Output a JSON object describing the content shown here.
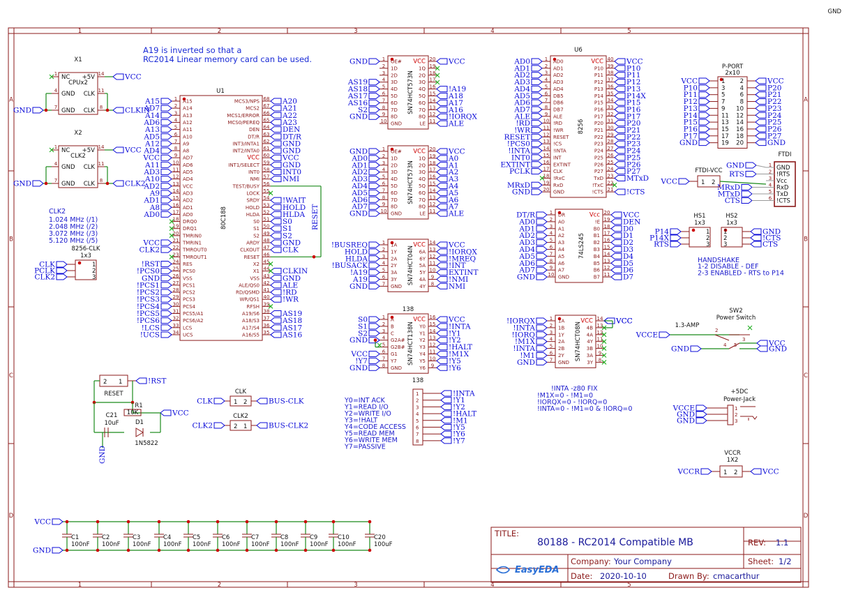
{
  "corner_label": "GND",
  "frame": {
    "cols": [
      "1",
      "2",
      "3",
      "4",
      "5"
    ],
    "rows": [
      "A",
      "B",
      "C",
      "D"
    ]
  },
  "notes": {
    "a19_line1": "A19 is inverted so that a",
    "a19_line2": "RC2014 Linear memory card can be used.",
    "clk2_title": "CLK2",
    "clk2_lines": [
      "1.024 MHz (/1)",
      "2.048 MHz (/2)",
      "3.072 MHz (/3)",
      "5.120 MHz (/5)"
    ],
    "decode_138": [
      "Y0=INT ACK",
      "Y1=READ I/O",
      "Y2=WRITE I/O",
      "Y3=!HALT",
      "Y4=CODE ACCESS",
      "Y5=READ MEM",
      "Y6=WRITE MEM",
      "Y7=PASSIVE"
    ],
    "inta_fix_title": "!INTA -z80 FIX",
    "inta_fix_lines": [
      "!M1X=0    - !M1=0",
      "!IORQX=0  - !IORQ=0",
      "!INTA=0   - !M1=0 & !IORQ=0"
    ],
    "handshake": [
      "HANDSHAKE",
      "1-2 DISABLE - DEF",
      "2-3 ENABLED - RTS to P14"
    ]
  },
  "title_block": {
    "title_label": "TITLE:",
    "title": "80188 - RC2014 Compatible MB",
    "rev_label": "REV:",
    "rev": "1.1",
    "company_label": "Company:",
    "company": "Your Company",
    "sheet_label": "Sheet:",
    "sheet": "1/2",
    "date_label": "Date:",
    "date": "2020-10-10",
    "drawn_label": "Drawn By:",
    "drawn": "cmacarthur",
    "logo": "EasyEDA"
  },
  "components": {
    "x1": {
      "ref": "X1",
      "value": "CPUx2",
      "pins_l": [
        "NC",
        "GND",
        "GND"
      ],
      "pins_r": [
        "+5V",
        "CLK",
        "CLK"
      ],
      "nets_l": [
        "",
        "",
        "GND"
      ],
      "nets_r": [
        "VCC",
        "",
        "CLKIN"
      ],
      "nums_l": [
        "1",
        "4",
        "7"
      ],
      "nums_r": [
        "14",
        "11",
        "8"
      ]
    },
    "x2": {
      "ref": "X2",
      "value": "CLK2",
      "pins_l": [
        "NC",
        "GND",
        "GND"
      ],
      "pins_r": [
        "+5V",
        "CLK",
        "CLK"
      ],
      "nets_l": [
        "",
        "",
        "GND"
      ],
      "nets_r": [
        "VCC",
        "",
        "CLK2"
      ],
      "nums_l": [
        "1",
        "4",
        "7"
      ],
      "nums_r": [
        "14",
        "11",
        "8"
      ]
    },
    "u1": {
      "ref": "U1",
      "value": "80C188",
      "pins_l": [
        "A15",
        "A14",
        "A13",
        "A12",
        "A11",
        "A10",
        "A9",
        "A8",
        "AD7",
        "AD6",
        "AD5",
        "AD4",
        "VCC",
        "AD3",
        "AD2",
        "AD1",
        "AD0",
        "DRQ0",
        "DRQ1",
        "TMRIN0",
        "TMRIN1",
        "TMROUT0",
        "TMROUT1",
        "RES",
        "PCS0",
        "VSS",
        "PCS1",
        "PCS2",
        "PCS3",
        "PCS4",
        "PCS5/A1",
        "PCS6/A2",
        "LCS",
        "UCS"
      ],
      "nets_l": [
        "A15",
        "AD7",
        "A14",
        "AD6",
        "A13",
        "AD5",
        "A12",
        "AD4",
        "VCC",
        "A11",
        "AD3",
        "A10",
        "AD2",
        "A9",
        "AD1",
        "A8",
        "AD0",
        "",
        "",
        "",
        "VCC",
        "CLK2",
        "",
        "!RST",
        "!PCS0",
        "GND",
        "!PCS1",
        "!PCS2",
        "!PCS3",
        "!PCS4",
        "!PCS5",
        "!PCS6",
        "!LCS",
        "!UCS"
      ],
      "nums_l": [
        "1",
        "2",
        "3",
        "4",
        "5",
        "6",
        "7",
        "8",
        "9",
        "10",
        "11",
        "12",
        "13",
        "14",
        "15",
        "16",
        "17",
        "18",
        "19",
        "20",
        "21",
        "22",
        "23",
        "24",
        "25",
        "26",
        "27",
        "28",
        "29",
        "30",
        "31",
        "32",
        "33",
        "34"
      ],
      "pins_r": [
        "MCS3/NPS",
        "MCS2",
        "MCS1/ERROR",
        "MCS0/PEREQ",
        "DEN",
        "DT/R",
        "INT3/INTA1",
        "INT2/INTA0",
        "VCC",
        "INT1/SELECT",
        "INT0",
        "NMI",
        "TEST/BUSY",
        "LOCK",
        "SRDY",
        "HOLD",
        "HLDA",
        "S0",
        "S1",
        "S2",
        "ARDY",
        "CLKOUT",
        "RESET",
        "X2",
        "X1",
        "VSS",
        "ALE/QS0",
        "RD/QSMD",
        "WR/QS1",
        "RFSH",
        "A19/S6",
        "A18/S3",
        "A17/S4",
        "A16/S5"
      ],
      "nets_r": [
        "A20",
        "A21",
        "A22",
        "A23",
        "DEN",
        "DT/R",
        "GND",
        "GND",
        "VCC",
        "GND",
        "INT0",
        "NMI",
        "",
        "",
        "!WAIT",
        "HOLD",
        "HLDA",
        "S0",
        "S1",
        "S2",
        "GND",
        "CLK",
        "",
        "",
        "CLKIN",
        "GND",
        "ALE",
        "!RD",
        "!WR",
        "",
        "AS19",
        "AS18",
        "AS17",
        "AS16"
      ],
      "nums_r": [
        "68",
        "67",
        "66",
        "65",
        "64",
        "63",
        "62",
        "61",
        "60",
        "59",
        "58",
        "57",
        "56",
        "55",
        "54",
        "53",
        "52",
        "51",
        "50",
        "49",
        "48",
        "47",
        "46",
        "45",
        "44",
        "43",
        "42",
        "41",
        "40",
        "39",
        "38",
        "37",
        "36",
        "35"
      ],
      "reset_label": "RESET"
    },
    "u_a": {
      "ref": "",
      "value": "SN74HCT573N",
      "pins_l": [
        "OE#",
        "1D",
        "2D",
        "3D",
        "4D",
        "5D",
        "6D",
        "7D",
        "8D",
        "GND"
      ],
      "pins_r": [
        "VCC",
        "1Q",
        "2Q",
        "3Q",
        "4Q",
        "5Q",
        "6Q",
        "7Q",
        "8Q",
        "LE"
      ],
      "nums_l": [
        "1",
        "2",
        "3",
        "4",
        "5",
        "6",
        "7",
        "8",
        "9",
        "10"
      ],
      "nums_r": [
        "20",
        "19",
        "18",
        "17",
        "16",
        "15",
        "14",
        "13",
        "12",
        "11"
      ],
      "nets_l": [
        "GND",
        "",
        "",
        "AS19",
        "AS18",
        "AS17",
        "AS16",
        "S2",
        "GND",
        ""
      ],
      "nets_r": [
        "VCC",
        "",
        "",
        "",
        "!A19",
        "A18",
        "A17",
        "A16",
        "!IORQX",
        "ALE"
      ]
    },
    "u_b": {
      "ref": "",
      "value": "SN74HCT573N",
      "pins_l": [
        "OE#",
        "1D",
        "2D",
        "3D",
        "4D",
        "5D",
        "6D",
        "7D",
        "8D",
        "GND"
      ],
      "pins_r": [
        "VCC",
        "1Q",
        "2Q",
        "3Q",
        "4Q",
        "5Q",
        "6Q",
        "7Q",
        "8Q",
        "LE"
      ],
      "nums_l": [
        "1",
        "2",
        "3",
        "4",
        "5",
        "6",
        "7",
        "8",
        "9",
        "10"
      ],
      "nums_r": [
        "20",
        "19",
        "18",
        "17",
        "16",
        "15",
        "14",
        "13",
        "12",
        "11"
      ],
      "nets_l": [
        "GND",
        "AD0",
        "AD1",
        "AD2",
        "AD3",
        "AD4",
        "AD5",
        "AD6",
        "AD7",
        "GND"
      ],
      "nets_r": [
        "VCC",
        "A0",
        "A1",
        "A2",
        "A3",
        "A4",
        "A5",
        "A6",
        "A7",
        "ALE"
      ]
    },
    "u_c": {
      "ref": "",
      "value": "SN74HCT04N",
      "pins_l": [
        "1A",
        "1Y",
        "2A",
        "2Y",
        "3A",
        "3Y",
        "GND"
      ],
      "pins_r": [
        "VCC",
        "6A",
        "6Y",
        "5A",
        "5Y",
        "4A",
        "4Y"
      ],
      "nums_l": [
        "1",
        "2",
        "3",
        "4",
        "5",
        "6",
        "7"
      ],
      "nums_r": [
        "14",
        "13",
        "12",
        "11",
        "10",
        "9",
        "8"
      ],
      "nets_l": [
        "!BUSREQ",
        "HOLD",
        "HLDA",
        "!BUSACK",
        "!A19",
        "A19",
        "GND"
      ],
      "nets_r": [
        "VCC",
        "!IORQX",
        "!MREQ",
        "!INT",
        "EXTINT",
        "!NMI",
        "NMI"
      ]
    },
    "u_d": {
      "ref": "138",
      "value": "SN74HCT138N",
      "pins_l": [
        "A",
        "B",
        "C",
        "G2A#",
        "G2B#",
        "G1",
        "Y7",
        "GND"
      ],
      "pins_r": [
        "VCC",
        "Y0",
        "Y1",
        "Y2",
        "Y3",
        "Y4",
        "Y5",
        "Y6"
      ],
      "nums_l": [
        "1",
        "2",
        "3",
        "4",
        "5",
        "6",
        "7",
        "8"
      ],
      "nums_r": [
        "16",
        "15",
        "14",
        "13",
        "12",
        "11",
        "10",
        "9"
      ],
      "nets_l": [
        "S0",
        "S1",
        "S2",
        "GND",
        "",
        "VCC",
        "!Y7",
        "GND"
      ],
      "nets_r": [
        "VCC",
        "!INTA",
        "!Y1",
        "!Y2",
        "!HALT",
        "!M1X",
        "!Y5",
        "!Y6"
      ]
    },
    "u6": {
      "ref": "U6",
      "value": "8256",
      "pins_l": [
        "AD0",
        "AD1",
        "AD2",
        "AD3",
        "AD4",
        "DB5",
        "DB6",
        "DB7",
        "ALE",
        "!RD",
        "!WR",
        "RESET",
        "!CS",
        "!INTA",
        "INT",
        "EXTINT",
        "CLK",
        "!RxC",
        "RxD",
        "GND"
      ],
      "pins_r": [
        "VCC",
        "P10",
        "P11",
        "P12",
        "P13",
        "P14",
        "P15",
        "P16",
        "P17",
        "P20",
        "P21",
        "P22",
        "P23",
        "P24",
        "P25",
        "P26",
        "P27",
        "TxD",
        "!TxC",
        "!CTS"
      ],
      "nums_l": [
        "1",
        "2",
        "3",
        "4",
        "5",
        "6",
        "7",
        "8",
        "9",
        "10",
        "11",
        "12",
        "13",
        "14",
        "15",
        "16",
        "17",
        "18",
        "19",
        "20"
      ],
      "nums_r": [
        "40",
        "39",
        "38",
        "37",
        "36",
        "35",
        "34",
        "33",
        "32",
        "31",
        "30",
        "29",
        "28",
        "27",
        "26",
        "25",
        "24",
        "23",
        "22",
        "21"
      ],
      "nets_l": [
        "AD0",
        "AD1",
        "AD2",
        "AD3",
        "AD4",
        "AD5",
        "AD6",
        "AD7",
        "ALE",
        "!RD",
        "!WR",
        "RESET",
        "!PCS0",
        "!INTA",
        "INT0",
        "EXTINT",
        "PCLK",
        "",
        "MRxD",
        "GND"
      ],
      "nets_r": [
        "VCC",
        "P10",
        "P11",
        "P12",
        "P13",
        "P14X",
        "P15",
        "P16",
        "P17",
        "P20",
        "P21",
        "P22",
        "P23",
        "P24",
        "P25",
        "P26",
        "P27",
        "MTxD",
        "",
        "!CTS"
      ]
    },
    "u_e": {
      "ref": "",
      "value": "74LS245",
      "pins_l": [
        "DR",
        "A0",
        "A1",
        "A2",
        "A3",
        "A4",
        "A5",
        "A6",
        "A7",
        "GND"
      ],
      "pins_r": [
        "Vcc",
        "!E",
        "B0",
        "B1",
        "B2",
        "B3",
        "B4",
        "B5",
        "B6",
        "B7"
      ],
      "nums_l": [
        "1",
        "2",
        "3",
        "4",
        "5",
        "6",
        "7",
        "8",
        "9",
        "10"
      ],
      "nums_r": [
        "20",
        "19",
        "18",
        "17",
        "16",
        "15",
        "14",
        "13",
        "12",
        "11"
      ],
      "nets_l": [
        "DT/R",
        "AD0",
        "AD1",
        "AD2",
        "AD3",
        "AD4",
        "AD5",
        "AD6",
        "AD7",
        "GND"
      ],
      "nets_r": [
        "VCC",
        "DEN",
        "D0",
        "D1",
        "D2",
        "D3",
        "D4",
        "D5",
        "D6",
        "D7"
      ]
    },
    "u_f": {
      "ref": "",
      "value": "SN74HCT08N",
      "pins_l": [
        "1A",
        "1B",
        "1Y",
        "2A",
        "2B",
        "2Y",
        "GND"
      ],
      "pins_r": [
        "VCC",
        "4B",
        "4A",
        "4Y",
        "3B",
        "3A",
        "3Y"
      ],
      "nums_l": [
        "1",
        "2",
        "3",
        "4",
        "5",
        "6",
        "7"
      ],
      "nums_r": [
        "14",
        "13",
        "12",
        "11",
        "10",
        "9",
        "8"
      ],
      "nets_l": [
        "!IORQX",
        "!INTA",
        "!IORQ",
        "!M1X",
        "!INTA",
        "!M1",
        "GND"
      ],
      "nets_r": [
        "VCC",
        "",
        "",
        "",
        "",
        "",
        ""
      ]
    },
    "pport": {
      "ref": "P-PORT",
      "value": "2x10",
      "nets_l": [
        "VCC",
        "P10",
        "P11",
        "P12",
        "P13",
        "P14",
        "P15",
        "P16",
        "P17",
        "GND"
      ],
      "nets_r": [
        "VCC",
        "P20",
        "P21",
        "P22",
        "P23",
        "P24",
        "P25",
        "P26",
        "P27",
        "GND"
      ],
      "nums_l": [
        "1",
        "3",
        "5",
        "7",
        "9",
        "11",
        "13",
        "15",
        "17",
        "19"
      ],
      "nums_r": [
        "2",
        "4",
        "6",
        "8",
        "10",
        "12",
        "14",
        "16",
        "18",
        "20"
      ]
    },
    "ftdi": {
      "ref": "FTDI",
      "pins": [
        "GND",
        "!RTS",
        "Vcc",
        "RxD",
        "TxD",
        "!CTS"
      ],
      "nums": [
        "1",
        "2",
        "3",
        "4",
        "5",
        "6"
      ],
      "nets": [
        "GND",
        "RTS",
        "",
        "MRxD",
        "MTxD",
        "CTS"
      ]
    },
    "ftdi_vcc": {
      "ref": "FTDI-VCC",
      "net": "VCC",
      "nums": [
        "1",
        "2"
      ]
    },
    "hs1": {
      "ref": "HS1",
      "value": "1x3",
      "nets": [
        "P14",
        "P14X",
        "RTS"
      ],
      "nums": [
        "1",
        "2",
        "3"
      ]
    },
    "hs2": {
      "ref": "HS2",
      "value": "1x3",
      "nets": [
        "GND",
        "!CTS",
        "CTS"
      ],
      "nums": [
        "1",
        "2",
        "3"
      ]
    },
    "clk8256": {
      "ref": "8256-CLK",
      "value": "1x3",
      "nets": [
        "CLK",
        "PCLK",
        "CLK2"
      ],
      "nums": [
        "1",
        "2",
        "3"
      ]
    },
    "clk_jp": {
      "ref": "CLK",
      "net_l": "CLK",
      "net_r": "BUS-CLK",
      "nums": [
        "1",
        "2"
      ]
    },
    "clk2_jp": {
      "ref": "CLK2",
      "net_l": "CLK2",
      "net_r": "BUS-CLK2",
      "nums": [
        "2",
        "1"
      ]
    },
    "reset_sw": {
      "ref": "RESET",
      "net": "!RST",
      "nums": [
        "2",
        "1"
      ]
    },
    "r1": {
      "ref": "R1",
      "value": "10K",
      "net": "VCC"
    },
    "c21": {
      "ref": "C21",
      "value": "10uF"
    },
    "d1": {
      "ref": "D1",
      "value": "1N5822"
    },
    "gnd_reset": "GND",
    "idc_138": {
      "nets": [
        "!INTA",
        "!Y1",
        "!Y2",
        "!HALT",
        "!M1",
        "!Y5",
        "!Y6",
        "!Y7"
      ],
      "nums": [
        "1",
        "2",
        "3",
        "4",
        "5",
        "6",
        "7",
        "8"
      ]
    },
    "sw2": {
      "ref": "SW2",
      "value": "Power Switch",
      "amp": "1.3-AMP",
      "net_l": "VCCE",
      "net_gnd": "GND",
      "net_vcc": "VCC",
      "net_gnd2": "GND",
      "nums": [
        "1",
        "2",
        "3",
        "4",
        "5",
        "6"
      ]
    },
    "power_jack": {
      "ref": "+5DC",
      "value": "Power-Jack",
      "nets": [
        "VCCE",
        "GND",
        "GND"
      ],
      "nums": [
        "1",
        "2",
        "3"
      ]
    },
    "vccr": {
      "ref": "VCCR",
      "value": "1X2",
      "net_l": "VCCR",
      "net_r": "VCC",
      "nums": [
        "1",
        "2"
      ]
    },
    "caps": {
      "vcc": "VCC",
      "gnd": "GND",
      "refs": [
        "C1",
        "C2",
        "C3",
        "C4",
        "C5",
        "C6",
        "C7",
        "C8",
        "C9",
        "C10",
        "C20"
      ],
      "values": [
        "100nF",
        "100nF",
        "100nF",
        "100nF",
        "100nF",
        "100nF",
        "100nF",
        "100nF",
        "100nF",
        "100nF",
        "100uF"
      ]
    }
  }
}
